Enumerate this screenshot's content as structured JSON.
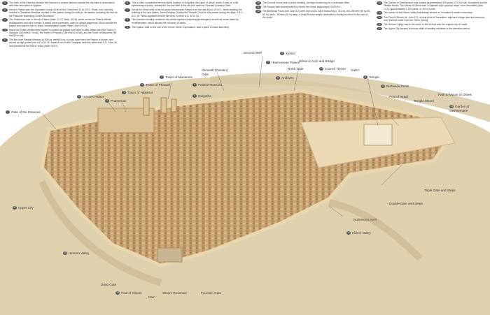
{
  "legend": [
    {
      "n": "1",
      "t": "The Gate of the Essenes allowed the Essenes to access latrines outside the city walls in accordance with their strict laws of hygiene."
    },
    {
      "n": "2",
      "t": "Herod's Palace was the Jerusalem home of Herod the Great from 23 to 4 B.C. Pilate, who normally resided in Caesarea Maritima, resided in this palace during his visits to Jerusalem, including his visit for the Passover preceding Christ's crucifixion."
    },
    {
      "n": "3",
      "t": "The Praetorium was in Herod's Palace (Matt. 27:27; Mark 15:16), which served as Pilate's official headquarters and as a fortress. A raised stone pavement, used for official judgments, stood outside the palace and was the site of Jesus' condemnation under Pilate (John 19:13)."
    },
    {
      "n": "4",
      "t": "Herod the Great fortified three towers to protect his palace from west to east: these were the Tower of Hippicus (115 feet/47 m tall), the Tower of Phasael (138 feet/42 m tall), and the Tower of Mariamne (55 feet/29 m tall)."
    },
    {
      "n": "5",
      "t": "The two-level Palatial Mansion (6,500 sq. feet/604 sq. m) may have been the Palace of Annas, who served as high priest from A.D. 6 to 15. Annas's son-in-law Caiaphas held this office from A.D. 18 to 36 and presided at the trial of Jesus (Matt. 26:57)."
    },
    {
      "n": "6",
      "t": "This is often considered the most likely location of Golgotha, the place of Jesus' death. It was on a hill overlooking a quarry, outside the Second Wall of the city and near the Gennath (Garden) Gate."
    },
    {
      "n": "7",
      "t": "Herod the Great lived in the luxurious Hasmonean Palace from the mid-30s to 23 B.C., while awaiting the building of his new palace. Herod Antipas (\"Herod the Tetrarch\") lived in this palace during his reign, 4 B.C.-A.D. 39. Jesus appeared before him here in either A.D. 30 or 33."
    },
    {
      "n": "8",
      "t": "The Archives building contained the public registers (including genealogies) as well as bonds taken by moneylenders, which allowed the recovery of debts."
    },
    {
      "n": "9",
      "t": "The Xystus, built on the site of the former Greek Gymnasium, was a place of mass assembly."
    },
    {
      "n": "10",
      "t": "The Council House was a public building, perhaps functioning as a municipal office."
    },
    {
      "n": "11",
      "t": "The Temple was reconstructed by Herod the Great, beginning in 20/19 B.C."
    },
    {
      "n": "12",
      "t": "The Bethesda Pools (see John 5:2) were twin pools, each measuring c. 312 by 164-196 feet (95 by 50-60 m), and c. 50 feet (15 m) deep. A small Roman temple dedicated to Asclepius stood to the east of the pools."
    },
    {
      "n": "13",
      "t": "The Garden of Gethsemane was located approximately 300 yards (274 m) from Jerusalem and the Temple Mount. The Mount of Olives was \"a Sabbath day's journey away\" from Jerusalem (Acts 1:12), approximately 1,100 yards, or 3/5 of a mile."
    },
    {
      "n": "14",
      "t": "The course of the Kidron Valley has always served as Jerusalem's eastern boundary."
    },
    {
      "n": "15",
      "t": "The Pool of Siloam (cf. John 9:7), a focal point of Jerusalem, adjoined a large dam and reservoir, and received water from the Gihon Spring."
    },
    {
      "n": "16",
      "t": "The Hinnom Valley was to the south of the hill that was the original city of David."
    },
    {
      "n": "17",
      "t": "The Upper City housed luxurious villas of wealthy residents in the Herodian period."
    }
  ],
  "labels": {
    "essenes_gate": {
      "n": "1",
      "t": "Gate of the Essenes"
    },
    "herods_palace": {
      "n": "2",
      "t": "Herod's Palace"
    },
    "praetorium": {
      "n": "3",
      "t": "Praetorium"
    },
    "tower_hippicus": {
      "n": "4",
      "t": "Tower of Hippicus"
    },
    "tower_phasael": {
      "n": "4",
      "t": "Tower of Phasael"
    },
    "tower_mariamne": {
      "n": "4",
      "t": "Tower of Mariamne"
    },
    "palatial_mansion": {
      "n": "5",
      "t": "Palatial Mansion"
    },
    "golgotha": {
      "n": "6",
      "t": "Golgotha"
    },
    "gennath_gate": {
      "t": "Gennath (Garden) Gate"
    },
    "second_wall": {
      "t": "Second Wall"
    },
    "hasmonean_palace": {
      "n": "7",
      "t": "Hasmonean Palace"
    },
    "xystus": {
      "n": "9",
      "t": "Xystus"
    },
    "north_gate": {
      "t": "North Gate"
    },
    "archives": {
      "n": "8",
      "t": "Archives"
    },
    "wilsons_arch": {
      "t": "Wilson's Arch and Bridge"
    },
    "council_house": {
      "n": "10",
      "t": "Council House"
    },
    "gate_q": {
      "t": "Gate?"
    },
    "temple": {
      "n": "11",
      "t": "Temple"
    },
    "bethesda_pools": {
      "n": "12",
      "t": "Bethesda Pools"
    },
    "pool_israel": {
      "t": "Pool of Israel"
    },
    "path_olives": {
      "t": "Path to Mount of Olives"
    },
    "temple_mount": {
      "t": "Temple Mount"
    },
    "gethsemane": {
      "n": "13",
      "t": "Garden of Gethsemane"
    },
    "triple_gate": {
      "t": "Triple Gate and Steps"
    },
    "double_gate": {
      "t": "Double Gate and Steps"
    },
    "robinsons_arch": {
      "t": "Robinson's Arch"
    },
    "kidron_valley": {
      "n": "14",
      "t": "Kidron Valley"
    },
    "upper_city": {
      "n": "17",
      "t": "Upper City"
    },
    "hinnom_valley": {
      "n": "16",
      "t": "Hinnom Valley"
    },
    "dung_gate": {
      "t": "Dung Gate"
    },
    "pool_siloam": {
      "n": "15",
      "t": "Pool of Siloam"
    },
    "dam": {
      "t": "Dam"
    },
    "siloam_reservoir": {
      "t": "Siloam Reservoir"
    },
    "fountain_gate": {
      "t": "Fountain Gate"
    }
  },
  "colors": {
    "terrain": "#d9c9a6",
    "city": "#c9a677",
    "roofs": "#b48a59",
    "wall": "#e2cfa6",
    "temple_wall": "#efe0bd",
    "background": "#ffffff"
  }
}
